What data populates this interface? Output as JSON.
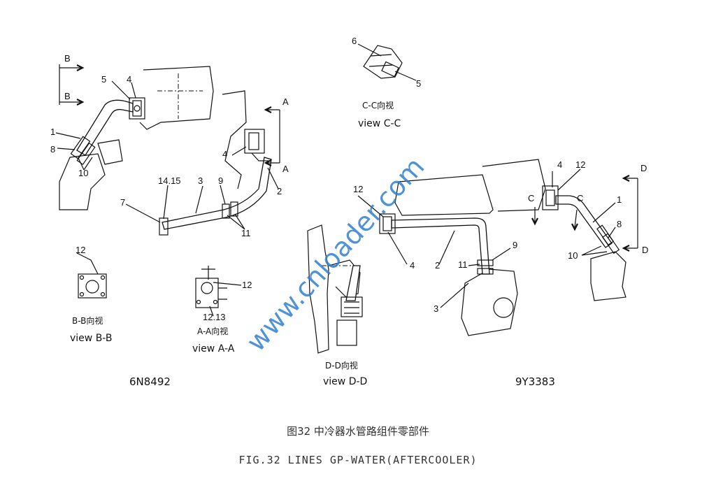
{
  "callouts": {
    "left": [
      "B",
      "B",
      "5",
      "4",
      "1",
      "8",
      "10",
      "14.15",
      "3",
      "9",
      "7",
      "2",
      "11",
      "A",
      "4",
      "A"
    ],
    "cc": [
      "6",
      "5"
    ],
    "right": [
      "12",
      "4",
      "12",
      "D",
      "C",
      "C",
      "1",
      "8",
      "10",
      "D",
      "4",
      "2",
      "11",
      "9",
      "3"
    ],
    "bb": [
      "12"
    ],
    "aa": [
      "12",
      "12.13"
    ]
  },
  "views": {
    "bb_cn": "B-B向视",
    "bb_en": "view B-B",
    "aa_cn": "A-A向视",
    "aa_en": "view A-A",
    "cc_cn": "C-C向视",
    "cc_en": "view C-C",
    "dd_cn": "D-D向视",
    "dd_en": "view D-D"
  },
  "parts": {
    "left": "6N8492",
    "right": "9Y3383"
  },
  "figure": {
    "title_cn": "图32 中冷器水管路组件零部件",
    "title_en": "FIG.32 LINES GP-WATER(AFTERCOOLER)"
  },
  "watermark": "www.cnloader.com"
}
